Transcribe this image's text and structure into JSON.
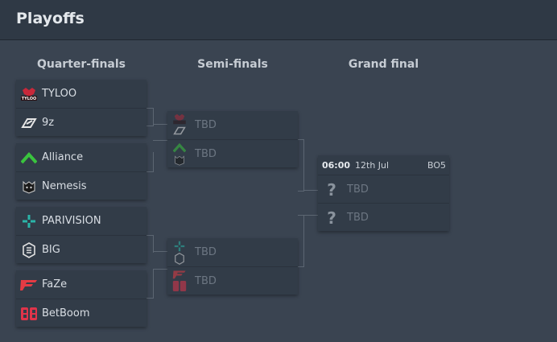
{
  "page": {
    "title": "Playoffs"
  },
  "columns": {
    "quarterfinals": "Quarter-finals",
    "semifinals": "Semi-finals",
    "grandfinal": "Grand final"
  },
  "quarterfinals": [
    {
      "team1": {
        "name": "TYLOO",
        "icon": "tyloo-logo"
      },
      "team2": {
        "name": "9z",
        "icon": "9z-logo"
      }
    },
    {
      "team1": {
        "name": "Alliance",
        "icon": "alliance-logo"
      },
      "team2": {
        "name": "Nemesis",
        "icon": "nemesis-logo"
      }
    },
    {
      "team1": {
        "name": "PARIVISION",
        "icon": "parivision-logo"
      },
      "team2": {
        "name": "BIG",
        "icon": "big-logo"
      }
    },
    {
      "team1": {
        "name": "FaZe",
        "icon": "faze-logo"
      },
      "team2": {
        "name": "BetBoom",
        "icon": "betboom-logo"
      }
    }
  ],
  "semifinals": [
    {
      "team1": "TBD",
      "team2": "TBD"
    },
    {
      "team1": "TBD",
      "team2": "TBD"
    }
  ],
  "grandfinal": {
    "time": "06:00",
    "date": "12th Jul",
    "format": "BO5",
    "team1": "TBD",
    "team2": "TBD"
  },
  "colors": {
    "background": "#3a4451",
    "card": "#323c48",
    "header": "#2f3945",
    "tbd_text": "#6c7682"
  }
}
